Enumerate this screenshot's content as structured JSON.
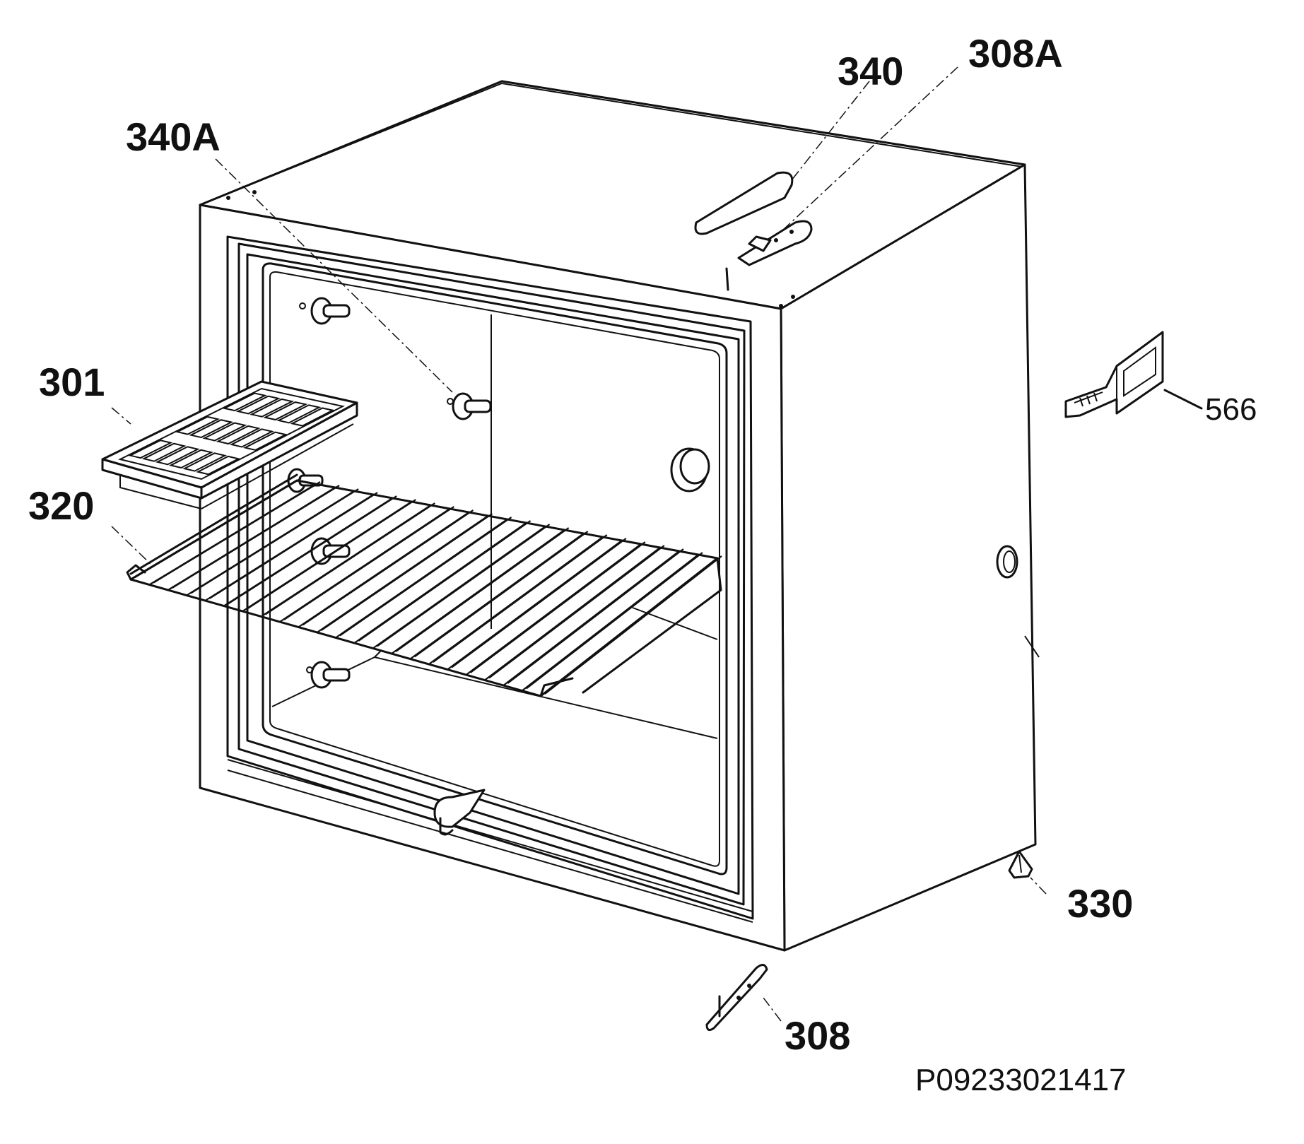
{
  "diagram": {
    "labels": {
      "p301": "301",
      "p308": "308",
      "p308a": "308A",
      "p320": "320",
      "p330": "330",
      "p340": "340",
      "p340a": "340A",
      "p566": "566"
    },
    "reference_code": "P09233021417"
  }
}
